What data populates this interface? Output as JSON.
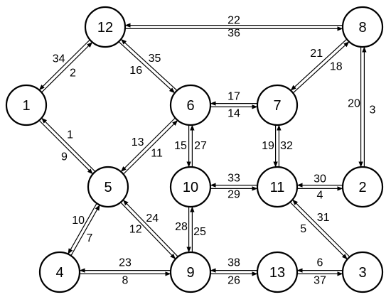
{
  "nodes": [
    {
      "id": "1",
      "label": "1"
    },
    {
      "id": "2",
      "label": "2"
    },
    {
      "id": "3",
      "label": "3"
    },
    {
      "id": "4",
      "label": "4"
    },
    {
      "id": "5",
      "label": "5"
    },
    {
      "id": "6",
      "label": "6"
    },
    {
      "id": "7",
      "label": "7"
    },
    {
      "id": "8",
      "label": "8"
    },
    {
      "id": "9",
      "label": "9"
    },
    {
      "id": "10",
      "label": "10"
    },
    {
      "id": "11",
      "label": "11"
    },
    {
      "id": "12",
      "label": "12"
    },
    {
      "id": "13",
      "label": "13"
    }
  ],
  "links": [
    {
      "from": "12",
      "to": "8",
      "label": "36"
    },
    {
      "from": "8",
      "to": "12",
      "label": "22"
    },
    {
      "from": "1",
      "to": "12",
      "label": "2"
    },
    {
      "from": "12",
      "to": "1",
      "label": "34"
    },
    {
      "from": "6",
      "to": "12",
      "label": "35"
    },
    {
      "from": "12",
      "to": "6",
      "label": "16"
    },
    {
      "from": "7",
      "to": "8",
      "label": "18"
    },
    {
      "from": "8",
      "to": "7",
      "label": "21"
    },
    {
      "from": "6",
      "to": "7",
      "label": "14"
    },
    {
      "from": "7",
      "to": "6",
      "label": "17"
    },
    {
      "from": "2",
      "to": "8",
      "label": "3"
    },
    {
      "from": "8",
      "to": "2",
      "label": "20"
    },
    {
      "from": "5",
      "to": "1",
      "label": "1"
    },
    {
      "from": "1",
      "to": "5",
      "label": "9"
    },
    {
      "from": "5",
      "to": "6",
      "label": "11"
    },
    {
      "from": "6",
      "to": "5",
      "label": "13"
    },
    {
      "from": "10",
      "to": "6",
      "label": "27"
    },
    {
      "from": "6",
      "to": "10",
      "label": "15"
    },
    {
      "from": "11",
      "to": "7",
      "label": "32"
    },
    {
      "from": "7",
      "to": "11",
      "label": "19"
    },
    {
      "from": "10",
      "to": "11",
      "label": "29"
    },
    {
      "from": "11",
      "to": "10",
      "label": "33"
    },
    {
      "from": "2",
      "to": "11",
      "label": "30"
    },
    {
      "from": "11",
      "to": "2",
      "label": "4"
    },
    {
      "from": "4",
      "to": "5",
      "label": "7"
    },
    {
      "from": "5",
      "to": "4",
      "label": "10"
    },
    {
      "from": "5",
      "to": "9",
      "label": "12"
    },
    {
      "from": "9",
      "to": "5",
      "label": "24"
    },
    {
      "from": "9",
      "to": "10",
      "label": "25"
    },
    {
      "from": "10",
      "to": "9",
      "label": "28"
    },
    {
      "from": "3",
      "to": "11",
      "label": "31"
    },
    {
      "from": "11",
      "to": "3",
      "label": "5"
    },
    {
      "from": "4",
      "to": "9",
      "label": "8"
    },
    {
      "from": "9",
      "to": "4",
      "label": "23"
    },
    {
      "from": "9",
      "to": "13",
      "label": "26"
    },
    {
      "from": "13",
      "to": "9",
      "label": "38"
    },
    {
      "from": "13",
      "to": "3",
      "label": "37"
    },
    {
      "from": "3",
      "to": "13",
      "label": "6"
    }
  ]
}
